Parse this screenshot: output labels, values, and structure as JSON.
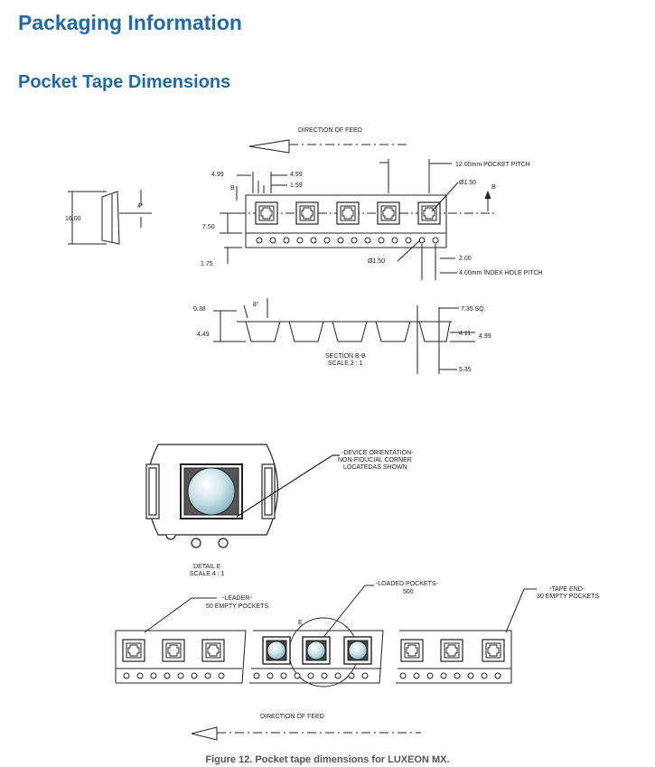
{
  "heading": "Packaging Information",
  "subheading": "Pocket Tape Dimensions",
  "caption": "Figure 12. Pocket tape dimensions for LUXEON MX.",
  "drawing": {
    "direction_top": "DIRECTION OF FEED",
    "direction_bottom": "DIRECTION OF FEED",
    "dim_499": "4.99",
    "dim_459": "4.59",
    "dim_159": "1.59",
    "dim_B1": "B",
    "dim_B2": "B",
    "dim_pitch": "12.00mm POCKET PITCH",
    "dim_dia150_top": "Ø1.50",
    "dim_dia150_bot": "Ø1.50",
    "dim_750": "7.50",
    "dim_175": "1.75",
    "dim_200": "2.00",
    "dim_index": "4.00mm INDEX HOLE PITCH",
    "dim_1600": "16.00",
    "dim_4deg": "4°",
    "dim_038": "0.38",
    "dim_8deg": "8°",
    "dim_449": "4.49",
    "dim_735": "7.35 SQ.",
    "dim_411": "4.11",
    "dim_499b": "4.99",
    "dim_535": "5.35",
    "section_label": "SECTION B-B",
    "section_scale": "SCALE 2 : 1",
    "detail_note_1": "-DEVICE ORIENTATION-",
    "detail_note_2": "NON-FIDUCIAL CORNER",
    "detail_note_3": "LOCATEDAS SHOWN",
    "detail_label": "DETAIL E",
    "detail_scale": "SCALE 4 : 1",
    "leader_1": "-LEADER-",
    "leader_2": "50 EMPTY POCKETS",
    "loaded_1": "-LOADED POCKETS-",
    "loaded_2": "500",
    "end_1": "-TAPE END-",
    "end_2": "30 EMPTY POCKETS",
    "detail_mark": "E"
  }
}
